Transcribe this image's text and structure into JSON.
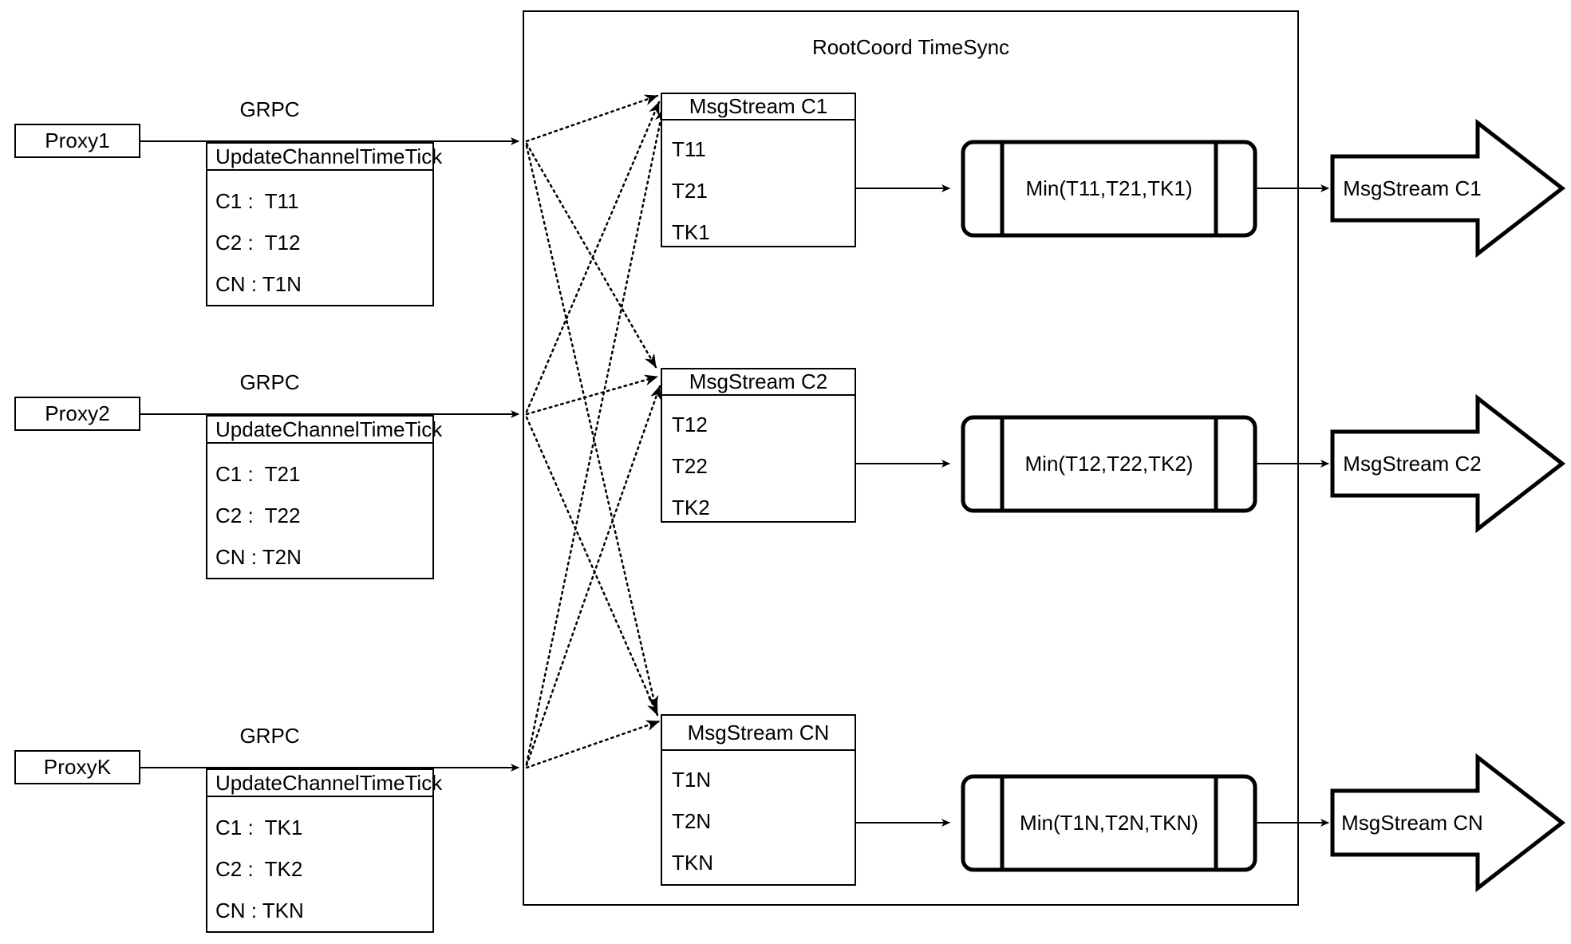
{
  "diagram": {
    "title": "RootCoord TimeSync",
    "rows": [
      {
        "proxy": "Proxy1",
        "grpc_label": "GRPC",
        "request": {
          "title": "UpdateChannelTimeTick",
          "entries": [
            "C1 :  T11",
            "C2 :  T12",
            "CN : T1N"
          ]
        },
        "msgstream": {
          "title": "MsgStream C1",
          "entries": [
            "T11",
            "T21",
            "TK1"
          ]
        },
        "min": "Min(T11,T21,TK1)",
        "output": "MsgStream C1"
      },
      {
        "proxy": "Proxy2",
        "grpc_label": "GRPC",
        "request": {
          "title": "UpdateChannelTimeTick",
          "entries": [
            "C1 :  T21",
            "C2 :  T22",
            "CN : T2N"
          ]
        },
        "msgstream": {
          "title": "MsgStream C2",
          "entries": [
            "T12",
            "T22",
            "TK2"
          ]
        },
        "min": "Min(T12,T22,TK2)",
        "output": "MsgStream C2"
      },
      {
        "proxy": "ProxyK",
        "grpc_label": "GRPC",
        "request": {
          "title": "UpdateChannelTimeTick",
          "entries": [
            "C1 :  TK1",
            "C2 :  TK2",
            "CN : TKN"
          ]
        },
        "msgstream": {
          "title": "MsgStream CN",
          "entries": [
            "T1N",
            "T2N",
            "TKN"
          ]
        },
        "min": "Min(T1N,T2N,TKN)",
        "output": "MsgStream CN"
      }
    ],
    "colors": {
      "stroke": "#000000",
      "background": "#ffffff",
      "text": "#000000"
    }
  }
}
